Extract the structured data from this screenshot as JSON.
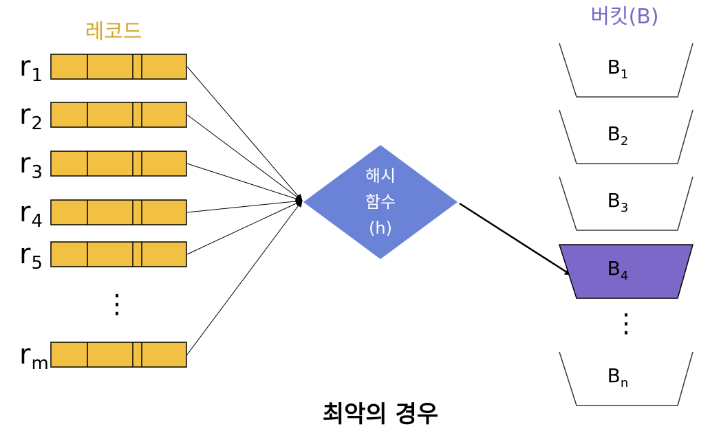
{
  "records": {
    "title": "레코드",
    "title_color": "#D4A82F",
    "fill_color": "#F2C144",
    "items": [
      {
        "base": "r",
        "sub": "1"
      },
      {
        "base": "r",
        "sub": "2"
      },
      {
        "base": "r",
        "sub": "3"
      },
      {
        "base": "r",
        "sub": "4"
      },
      {
        "base": "r",
        "sub": "5"
      },
      {
        "base": "r",
        "sub": "m"
      }
    ],
    "ellipsis": "⋮"
  },
  "hash_function": {
    "line1": "해시",
    "line2": "함수",
    "line3": "(h)",
    "fill_color": "#6B83D6"
  },
  "buckets": {
    "title": "버킷(B)",
    "title_color": "#7B68C8",
    "highlight_color": "#7B68C8",
    "items": [
      {
        "base": "B",
        "sub": "1",
        "highlighted": false
      },
      {
        "base": "B",
        "sub": "2",
        "highlighted": false
      },
      {
        "base": "B",
        "sub": "3",
        "highlighted": false
      },
      {
        "base": "B",
        "sub": "4",
        "highlighted": true
      },
      {
        "base": "B",
        "sub": "n",
        "highlighted": false
      }
    ],
    "ellipsis": "⋮"
  },
  "caption": "최악의 경우"
}
